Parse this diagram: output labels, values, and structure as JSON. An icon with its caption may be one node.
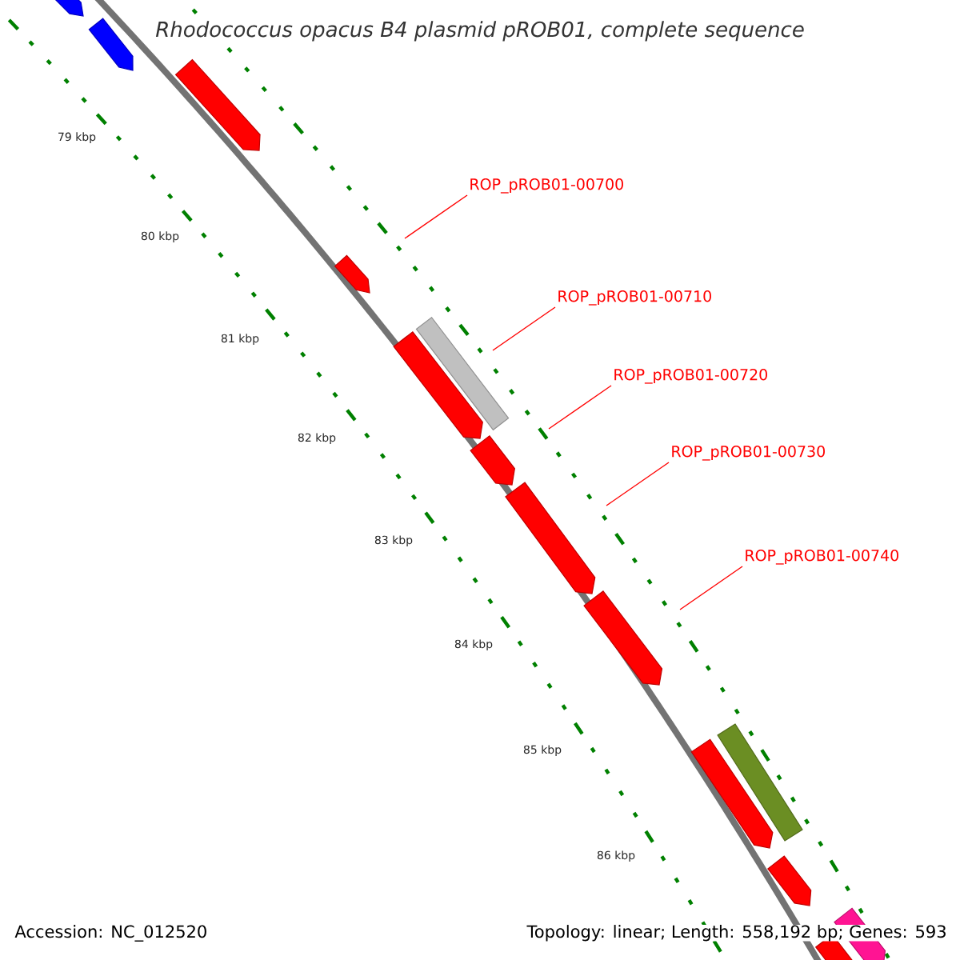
{
  "diagram": {
    "title": "Rhodococcus opacus B4 plasmid pROB01, complete sequence",
    "nodes": [
      {
        "text": [
          "ROP_pROB01-00700"
        ]
      },
      {
        "text": [
          "ROP_pROB01-00710"
        ]
      },
      {
        "text": [
          "ROP_pROB01-00720"
        ]
      },
      {
        "text": [
          "ROP_pROB01-00730"
        ]
      },
      {
        "text": [
          "ROP_pROB01-00740"
        ]
      }
    ],
    "edges": [
      {
        "from": 0,
        "to": null,
        "arrow": "none"
      },
      {
        "from": 1,
        "to": null,
        "arrow": "none"
      },
      {
        "from": 2,
        "to": null,
        "arrow": "none"
      },
      {
        "from": 3,
        "to": null,
        "arrow": "none"
      },
      {
        "from": 4,
        "to": null,
        "arrow": "none"
      }
    ],
    "labels": [
      "79 kbp",
      "80 kbp",
      "81 kbp",
      "82 kbp",
      "83 kbp",
      "84 kbp",
      "85 kbp",
      "86 kbp",
      "Accession: NC_012520",
      "Topology: linear; Length: 558,192 bp; Genes: 593"
    ]
  }
}
